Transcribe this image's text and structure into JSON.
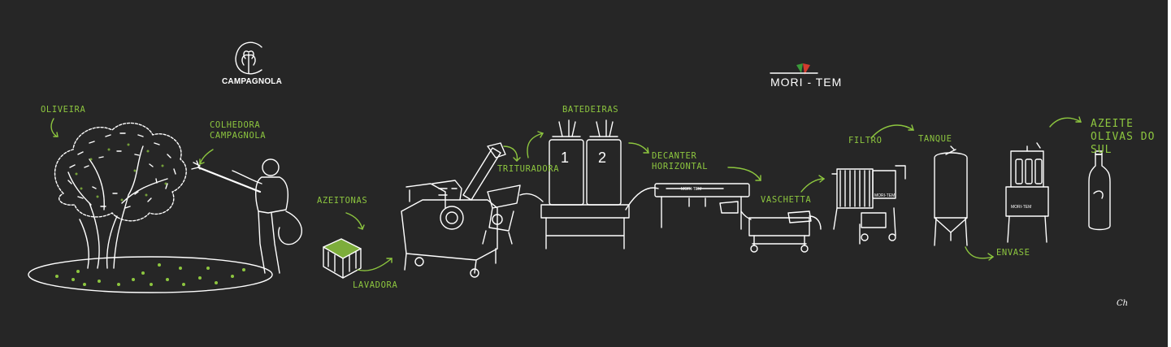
{
  "brands": {
    "campagnola": "CAMPAGNOLA",
    "moritem": "MORI - TEM"
  },
  "steps": {
    "oliveira": "OLIVEIRA",
    "colhedora": "COLHEDORA\nCAMPAGNOLA",
    "azeitonas": "AZEITONAS",
    "lavadora": "LAVADORA",
    "trituradora": "TRITURADORA",
    "batedeiras": "BATEDEIRAS",
    "decanter": "DECANTER\nHORIZONTAL",
    "vaschetta": "VASCHETTA",
    "filtro": "FILTRO",
    "tanque": "TANQUE",
    "envase": "ENVASE",
    "azeite": "AZEITE\nOLIVAS DO\nSUL"
  },
  "machine_labels": {
    "mixer_1": "1",
    "mixer_2": "2",
    "decanter_plate": "MORI-TEM",
    "filter_plate": "MORI-TEM",
    "filler_plate": "MORI-TEM"
  },
  "colors": {
    "background": "#262626",
    "accent": "#8dc63f",
    "line": "#ffffff",
    "flag_green": "#3a9a3a",
    "flag_red": "#d23b2e"
  },
  "signature": "Ch"
}
